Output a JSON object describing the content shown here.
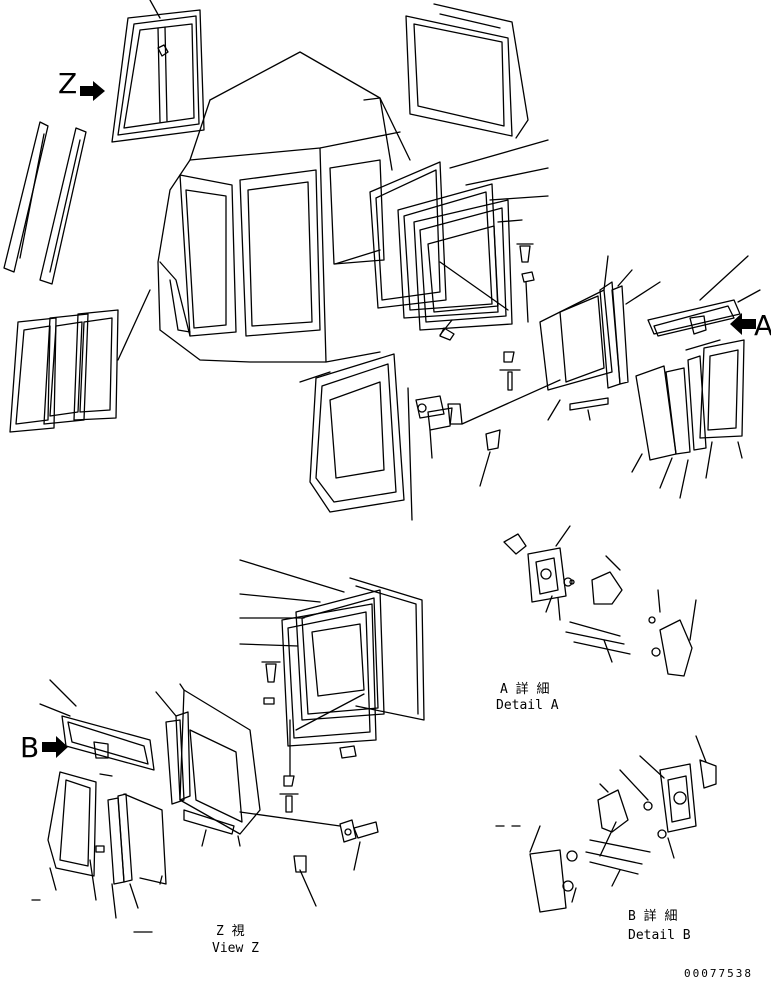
{
  "labels": {
    "z_marker": "Z",
    "a_marker": "A",
    "b_marker": "B",
    "detail_a_jp": "A 詳 細",
    "detail_a_en": "Detail A",
    "detail_b_jp": "B 詳 細",
    "detail_b_en": "Detail B",
    "view_z_jp": "Z 視",
    "view_z_en": "View Z",
    "drawing_number": "00077538"
  },
  "colors": {
    "ink": "#000000",
    "paper": "#ffffff"
  }
}
